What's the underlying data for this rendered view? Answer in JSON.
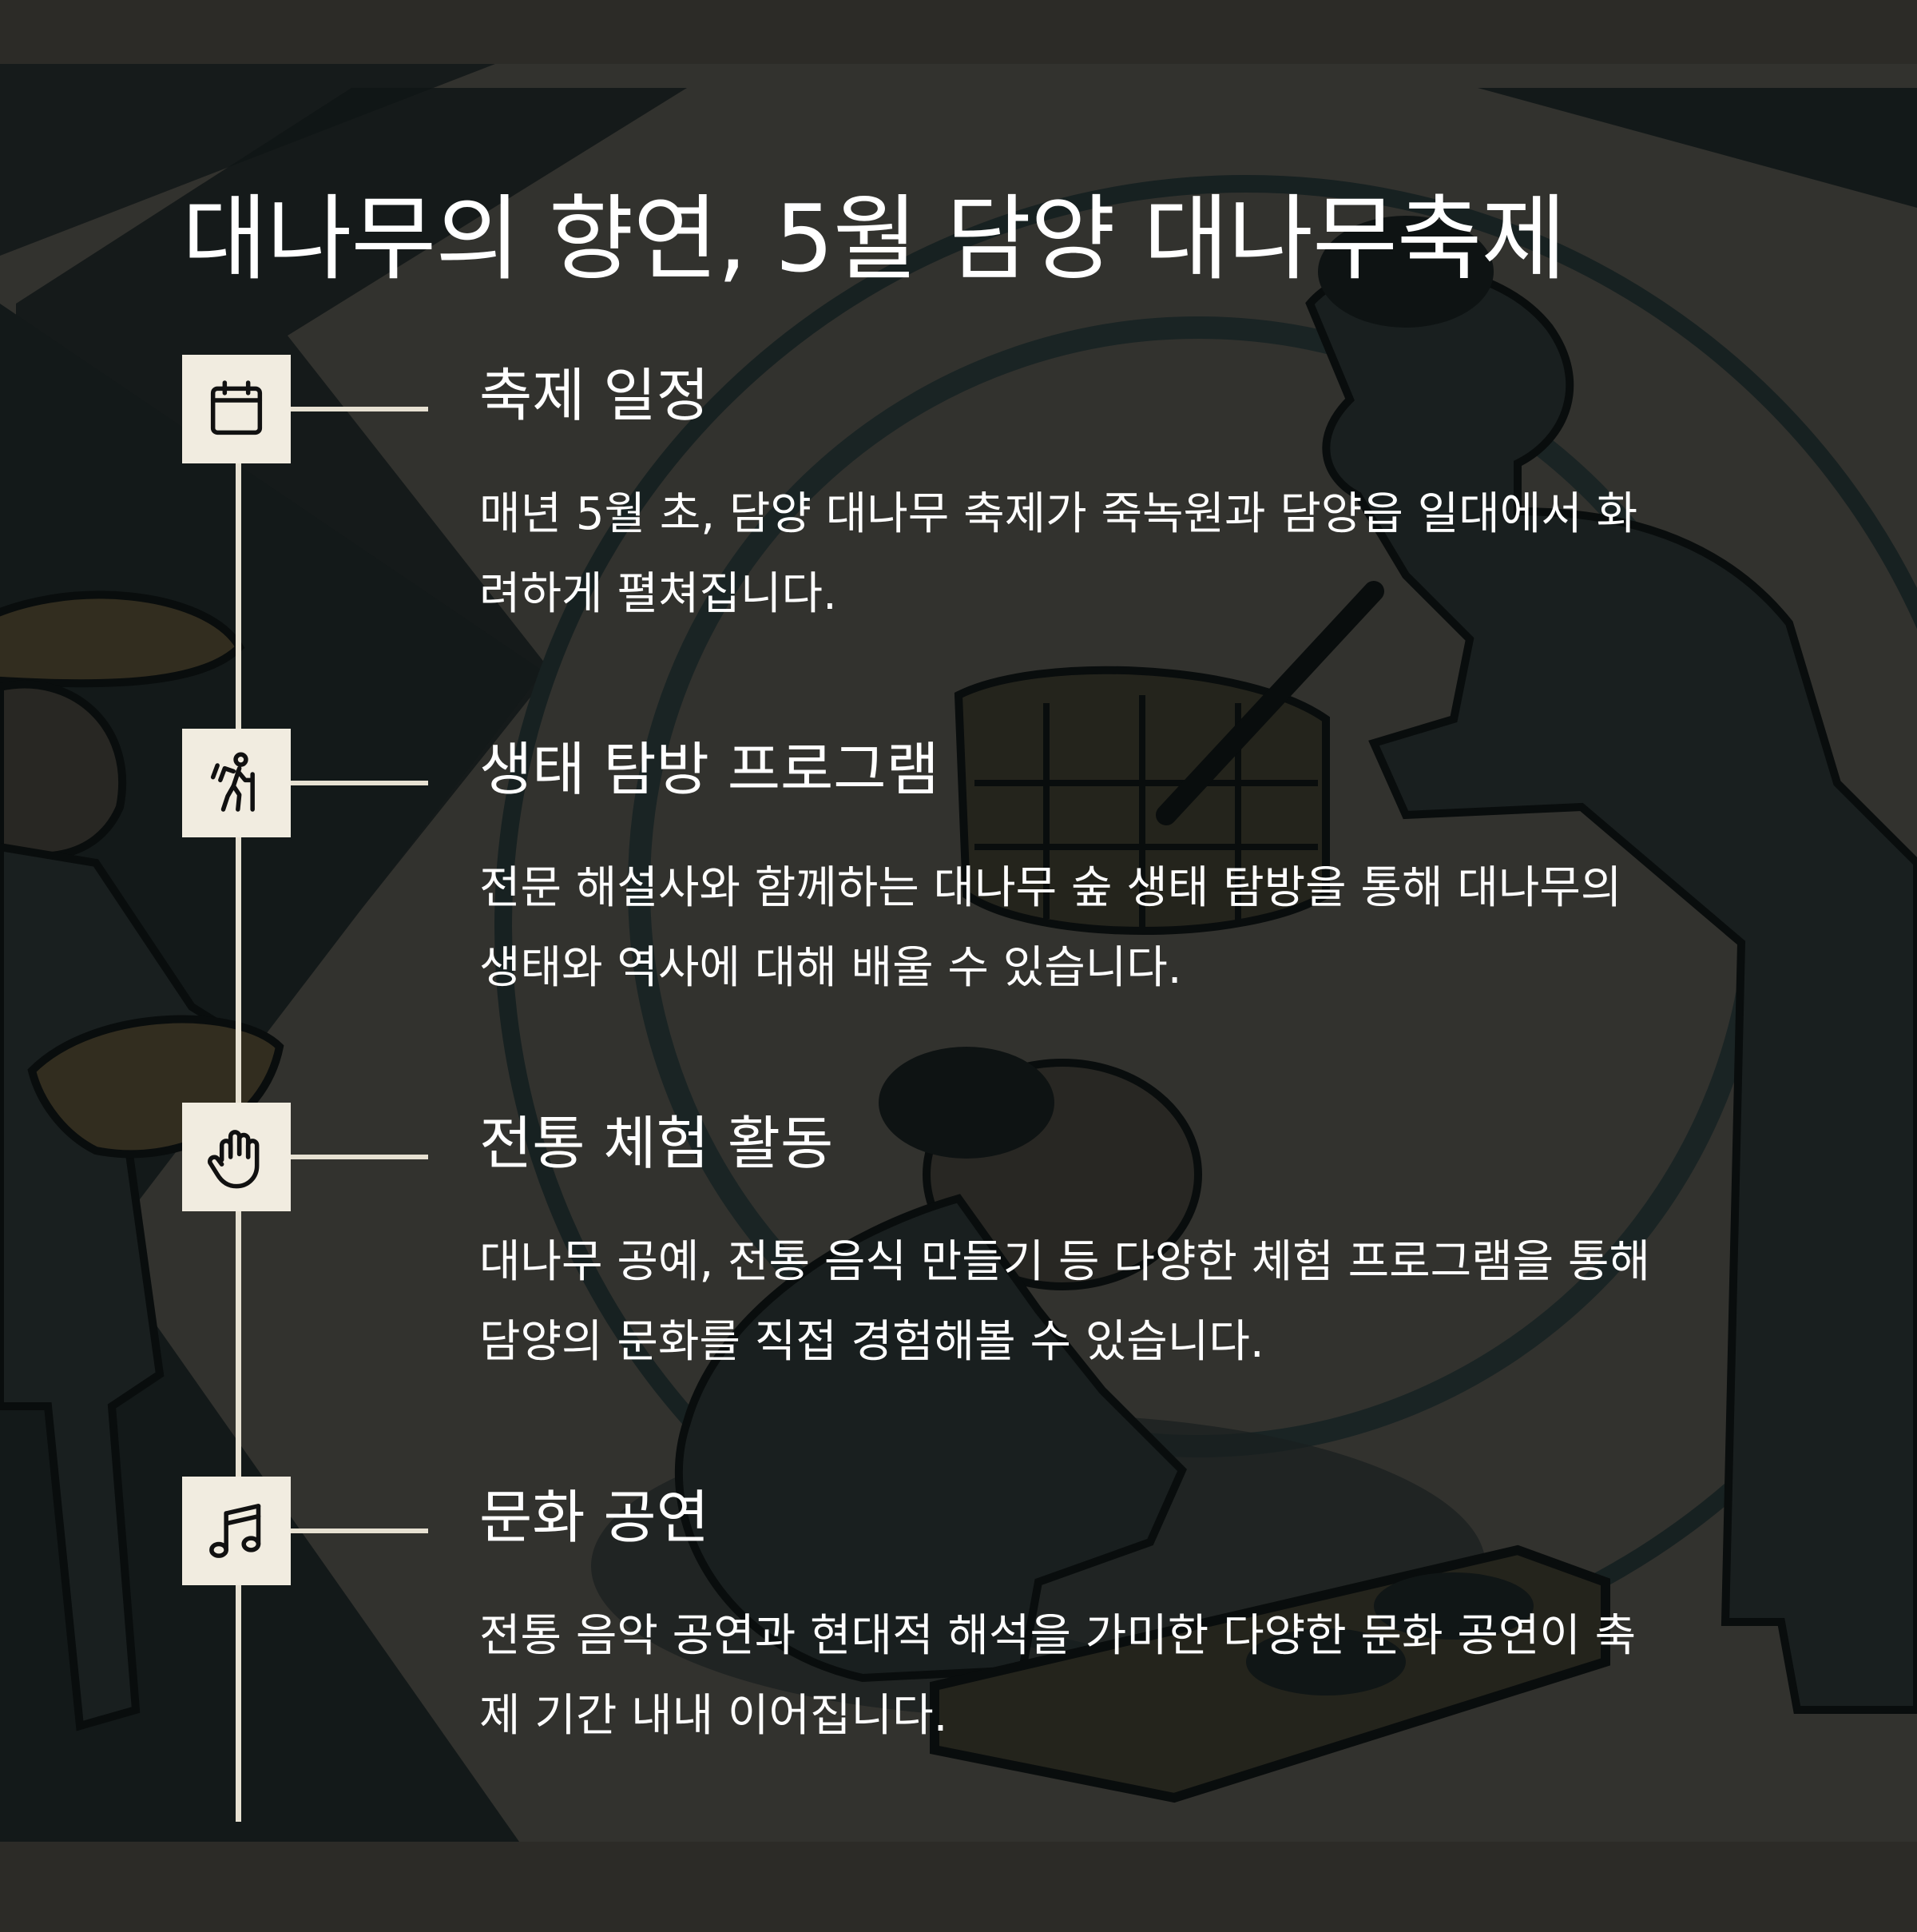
{
  "title": "대나무의 향연, 5월 담양 대나무축제",
  "items": [
    {
      "icon": "calendar-icon",
      "title": "축제 일정",
      "desc_lines": [
        "매년 5월 초, 담양 대나무 축제가 죽녹원과 담양읍 일대에서 화",
        "려하게 펼쳐집니다."
      ]
    },
    {
      "icon": "hiker-icon",
      "title": "생태 탐방 프로그램",
      "desc_lines": [
        "전문 해설사와 함께하는 대나무 숲 생태 탐방을 통해 대나무의",
        "생태와 역사에 대해 배울 수 있습니다."
      ]
    },
    {
      "icon": "hand-icon",
      "title": "전통 체험 활동",
      "desc_lines": [
        "대나무 공예, 전통 음식 만들기 등 다양한 체험 프로그램을 통해",
        "담양의 문화를 직접 경험해볼 수 있습니다."
      ]
    },
    {
      "icon": "music-note-icon",
      "title": "문화 공연",
      "desc_lines": [
        "전통 음악 공연과 현대적 해석을 가미한 다양한 문화 공연이 축",
        "제 기간 내내 이어집니다."
      ]
    }
  ]
}
